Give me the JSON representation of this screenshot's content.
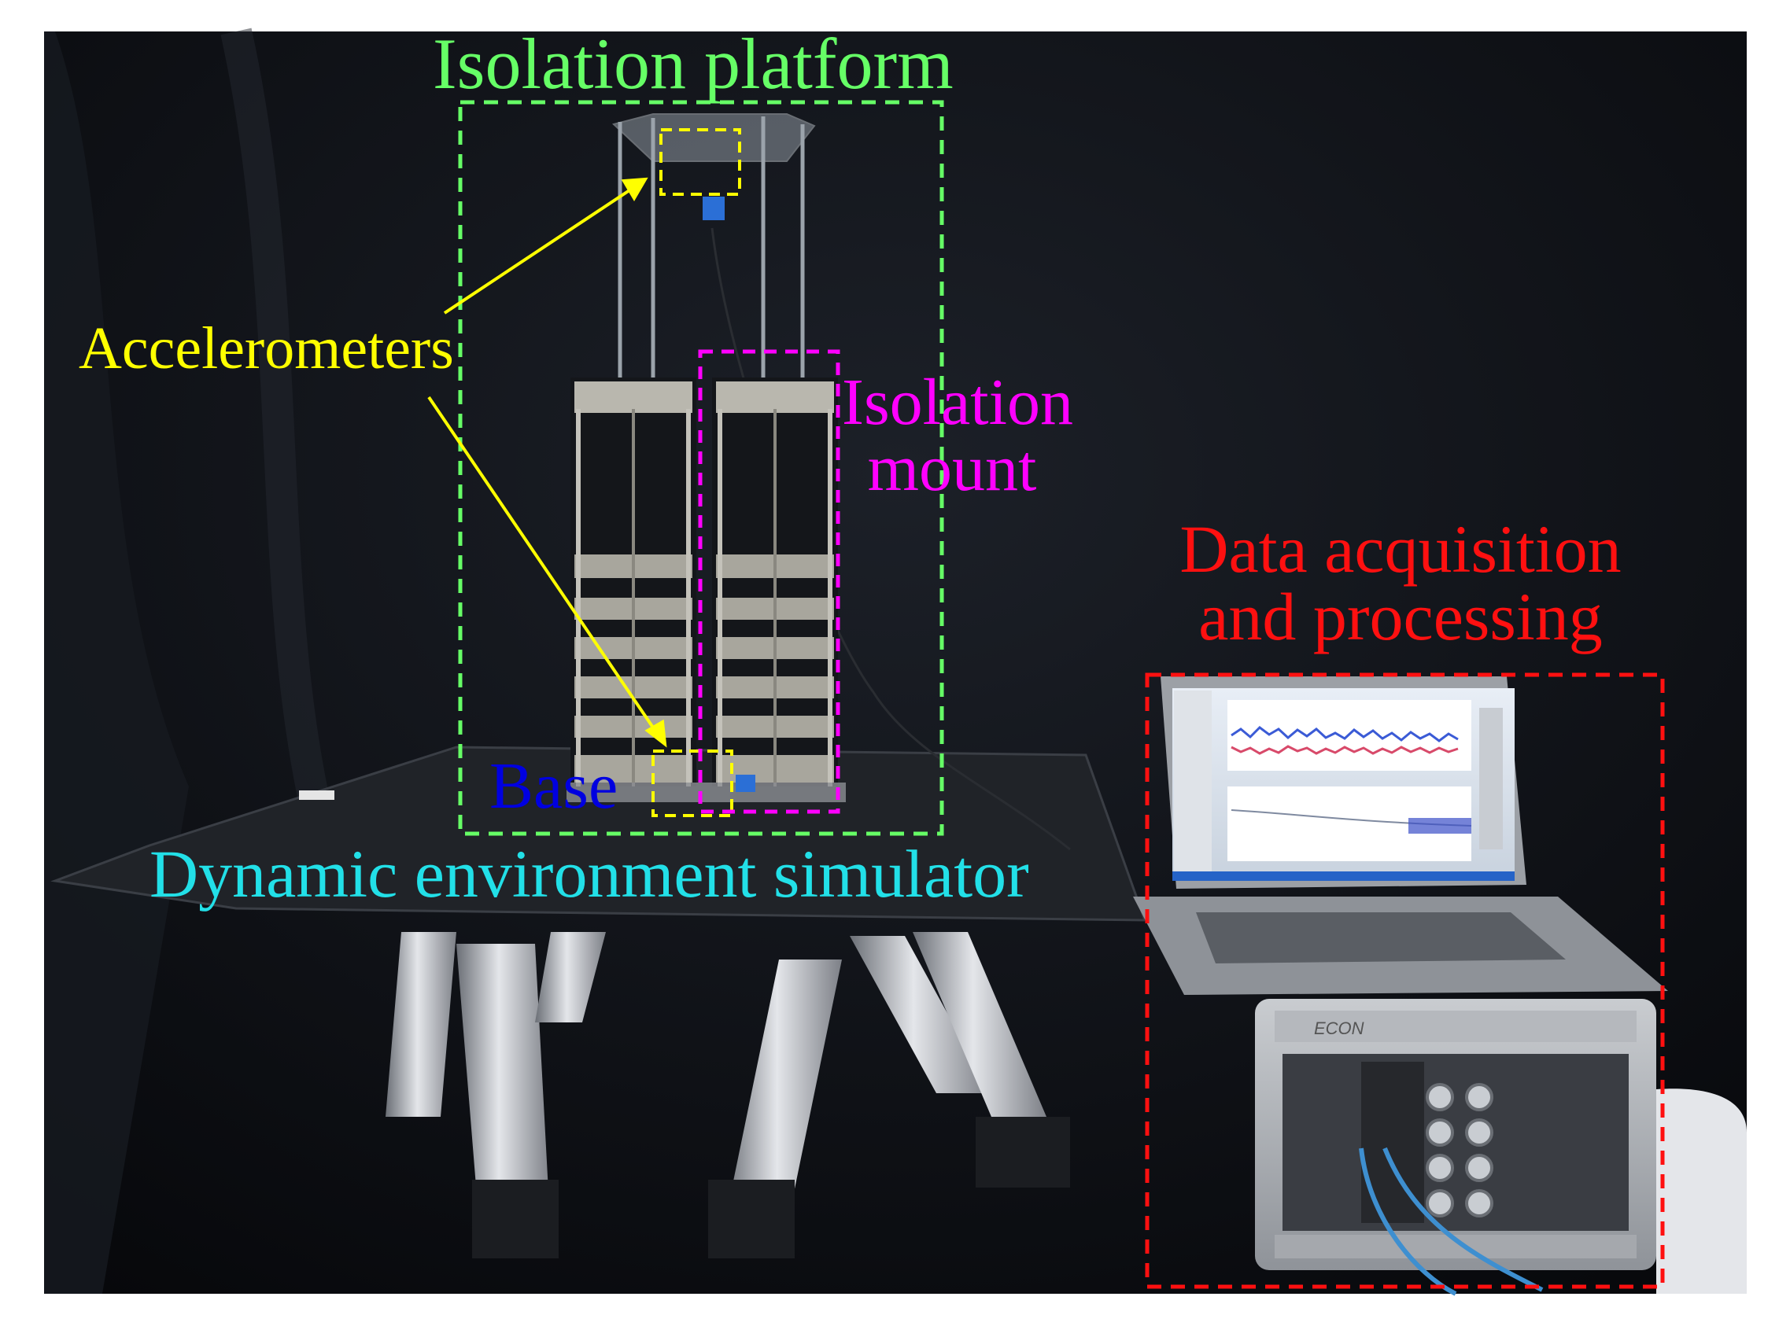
{
  "labels": {
    "isolation_platform": "Isolation platform",
    "accelerometers": "Accelerometers",
    "isolation_mount_line1": "Isolation",
    "isolation_mount_line2": "mount",
    "base": "Base",
    "dynamic_environment_simulator": "Dynamic environment simulator",
    "data_acquisition_line1": "Data acquisition",
    "data_acquisition_line2": "and processing"
  },
  "colors": {
    "isolation_platform": "#66ff66",
    "accelerometers": "#ffff00",
    "isolation_mount": "#ff00ff",
    "base": "#0000e0",
    "dynamic_environment_simulator": "#22e0e8",
    "data_acquisition": "#ff1010",
    "background": "#0d0f14"
  },
  "screen_brand": "ECON"
}
